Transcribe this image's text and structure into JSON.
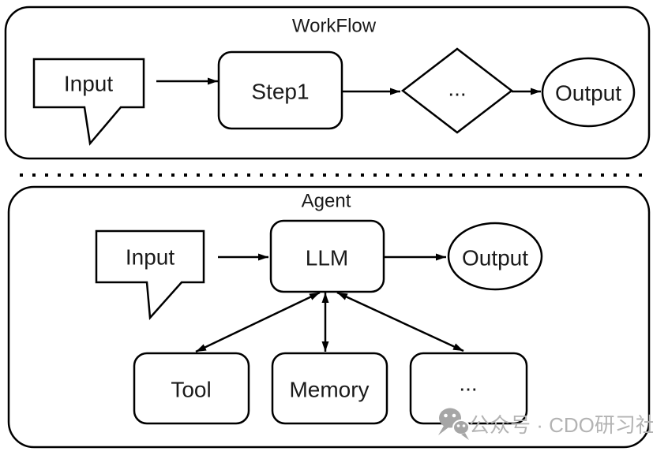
{
  "colors": {
    "stroke": "#000000",
    "background": "#ffffff",
    "watermark_text": "#b3b3b3",
    "watermark_icon": "#a6a6a6"
  },
  "workflow": {
    "title": "WorkFlow",
    "nodes": {
      "input": "Input",
      "step1": "Step1",
      "decision": "...",
      "output": "Output"
    }
  },
  "agent": {
    "title": "Agent",
    "nodes": {
      "input": "Input",
      "llm": "LLM",
      "output": "Output",
      "tool": "Tool",
      "memory": "Memory",
      "more": "..."
    }
  },
  "watermark": {
    "icon": "wechat-chat-bubbles-icon",
    "text": "公众号 · CDO研习社"
  }
}
